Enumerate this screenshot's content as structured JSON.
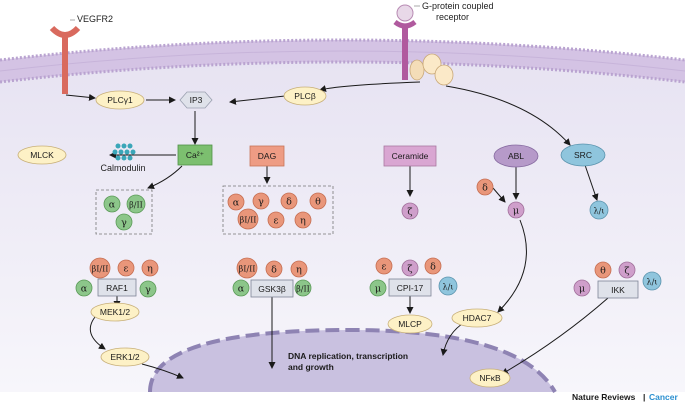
{
  "membrane": {
    "vegfr2": "VEGFR2",
    "gpcr_line1": "G-protein coupled",
    "gpcr_line2": "receptor"
  },
  "upstream": {
    "plcg1": "PLCγ1",
    "ip3": "IP3",
    "plcb": "PLCβ",
    "ca": "Ca²⁺",
    "mlck": "MLCK",
    "calmodulin": "Calmodulin",
    "dag": "DAG",
    "ceramide": "Ceramide",
    "abl": "ABL",
    "src": "SRC"
  },
  "pkc": {
    "alpha": "α",
    "beta": "β/II",
    "betaI": "βI/II",
    "gamma": "γ",
    "delta": "δ",
    "theta": "θ",
    "epsilon": "ε",
    "eta": "η",
    "zeta": "ζ",
    "mu": "μ",
    "lambda": "λ/ι"
  },
  "effectors": {
    "raf1": "RAF1",
    "gsk3b": "GSK3β",
    "cpi17": "CPI-17",
    "ikk": "IKK",
    "mek": "MEK1/2",
    "erk": "ERK1/2",
    "mlcp": "MLCP",
    "hdac7": "HDAC7",
    "nfkb": "NFκB"
  },
  "nucleus": {
    "line1": "DNA replication, transcription",
    "line2": "and growth"
  },
  "credit": {
    "journal": "Nature Reviews",
    "sep": "|",
    "section": "Cancer"
  },
  "colors": {
    "membrane": "#d4c3e4",
    "cytoplasm": "#eeebf6",
    "nucleus": "#c9c1e0",
    "red": "#e9967a",
    "green": "#8cc68a",
    "purple": "#cf9fcb",
    "blue": "#8fc5dd",
    "yellow": "#fdf1c6",
    "gray": "#dfe2ea"
  }
}
